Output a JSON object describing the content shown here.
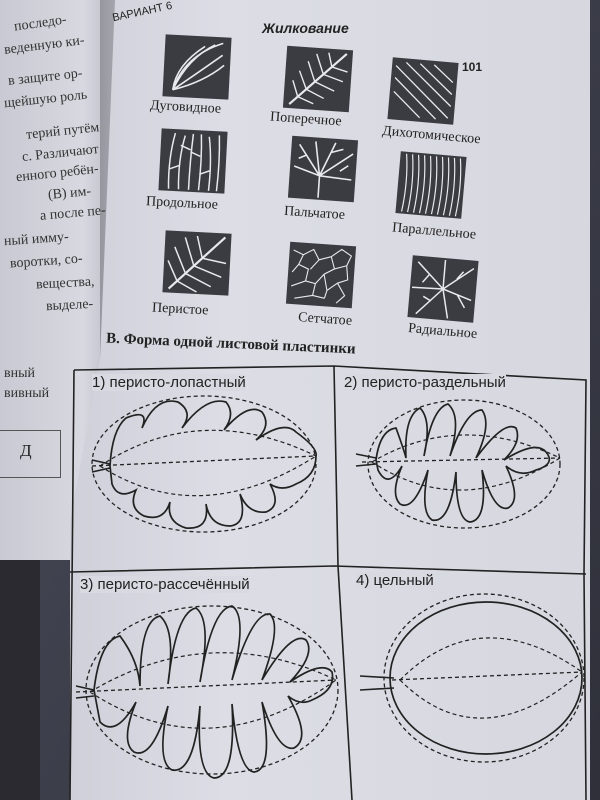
{
  "left_page": {
    "lines": [
      "последо-",
      "веденную ки-",
      "в защите ор-",
      "щейшую роль",
      "терий путём",
      "с. Различают",
      "енного ребён-",
      "(В) им-",
      "а после пе-",
      "ный имму-",
      "воротки, со-",
      "вещества,",
      "выделе-",
      "вный",
      "вивный"
    ],
    "cell_letter": "Д"
  },
  "header": {
    "running_head": "ВАРИАНТ 6",
    "page_number": "101"
  },
  "venation": {
    "title": "Жилкование",
    "types": [
      {
        "label": "Дуговидное",
        "icon": "arcuate-venation-icon"
      },
      {
        "label": "Поперечное",
        "icon": "transverse-venation-icon"
      },
      {
        "label": "Дихотомическое",
        "icon": "dichotomous-venation-icon"
      },
      {
        "label": "Продольное",
        "icon": "longitudinal-venation-icon"
      },
      {
        "label": "Пальчатое",
        "icon": "palmate-venation-icon"
      },
      {
        "label": "Параллельное",
        "icon": "parallel-venation-icon"
      },
      {
        "label": "Перистое",
        "icon": "pinnate-venation-icon"
      },
      {
        "label": "Сетчатое",
        "icon": "reticulate-venation-icon"
      },
      {
        "label": "Радиальное",
        "icon": "radial-venation-icon"
      }
    ]
  },
  "leaf_shape": {
    "title": "В. Форма одной листовой пластинки",
    "panels": [
      {
        "label": "1) перисто-лопастный",
        "icon": "pinnately-lobed-leaf-icon"
      },
      {
        "label": "2) перисто-раздельный",
        "icon": "pinnately-parted-leaf-icon"
      },
      {
        "label": "3) перисто-рассечённый",
        "icon": "pinnately-dissected-leaf-icon"
      },
      {
        "label": "4) цельный",
        "icon": "entire-leaf-icon"
      }
    ]
  }
}
